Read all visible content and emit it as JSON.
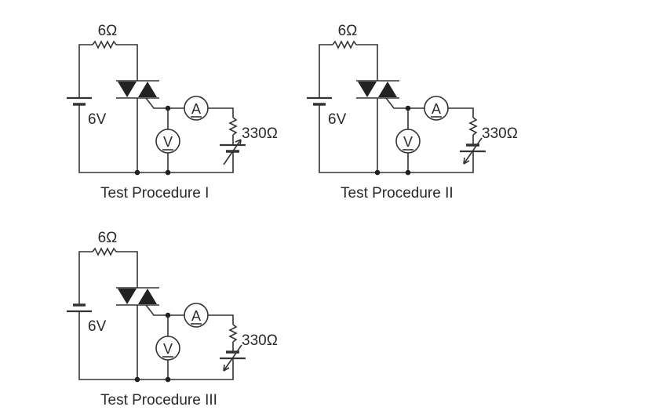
{
  "diagrams": [
    {
      "id": "procedure-1",
      "title": "Test Procedure  I",
      "series_resistor": "6Ω",
      "battery": "6V",
      "battery_orientation": "long-plate-top",
      "load_resistor": "330Ω",
      "ammeter": "A",
      "voltmeter": "V",
      "variable_source_orientation": "long-plate-top",
      "variable_arrow": "up-right"
    },
    {
      "id": "procedure-2",
      "title": "Test Procedure  II",
      "series_resistor": "6Ω",
      "battery": "6V",
      "battery_orientation": "long-plate-top",
      "load_resistor": "330Ω",
      "ammeter": "A",
      "voltmeter": "V",
      "variable_source_orientation": "short-plate-top",
      "variable_arrow": "down-left"
    },
    {
      "id": "procedure-3",
      "title": "Test Procedure  III",
      "series_resistor": "6Ω",
      "battery": "6V",
      "battery_orientation": "short-plate-top",
      "load_resistor": "330Ω",
      "ammeter": "A",
      "voltmeter": "V",
      "variable_source_orientation": "short-plate-top",
      "variable_arrow": "down-left"
    }
  ]
}
